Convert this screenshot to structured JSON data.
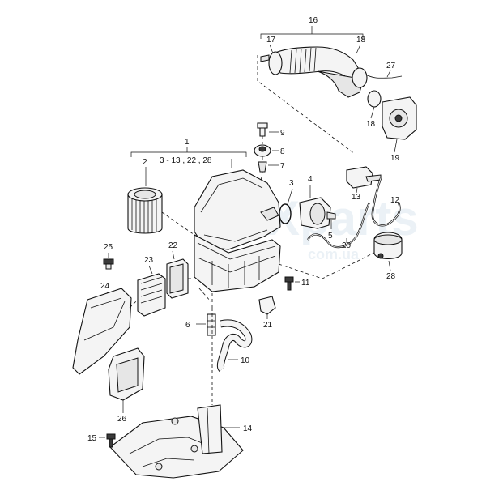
{
  "watermark": "Xparts",
  "watermark_sub": "com.ua",
  "labels": {
    "p1": "1",
    "p1_range": "3 - 13 , 22 , 28",
    "p2": "2",
    "p3": "3",
    "p4": "4",
    "p5": "5",
    "p6": "6",
    "p7": "7",
    "p8": "8",
    "p9": "9",
    "p10": "10",
    "p11": "11",
    "p12": "12",
    "p13": "13",
    "p14": "14",
    "p15": "15",
    "p16": "16",
    "p17": "17",
    "p18a": "18",
    "p18b": "18",
    "p19": "19",
    "p20": "20",
    "p21": "21",
    "p22": "22",
    "p23": "23",
    "p24": "24",
    "p25": "25",
    "p26": "26",
    "p27": "27",
    "p28": "28"
  }
}
